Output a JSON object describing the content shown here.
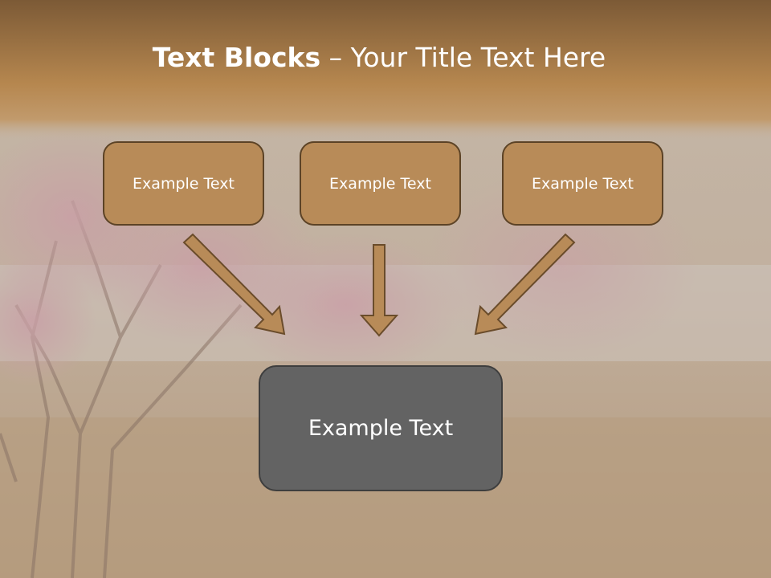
{
  "slide": {
    "title_bold": "Text Blocks",
    "title_dash": " – ",
    "title_rest": "Your Title Text Here",
    "blocks": [
      {
        "label": "Example Text"
      },
      {
        "label": "Example Text"
      },
      {
        "label": "Example Text"
      }
    ],
    "target_block": {
      "label": "Example Text"
    }
  },
  "colors": {
    "header": "#b8854f",
    "block_fill": "#b88b58",
    "block_border": "#5c4326",
    "target_fill": "#636363",
    "arrow_fill": "#b88b58"
  }
}
